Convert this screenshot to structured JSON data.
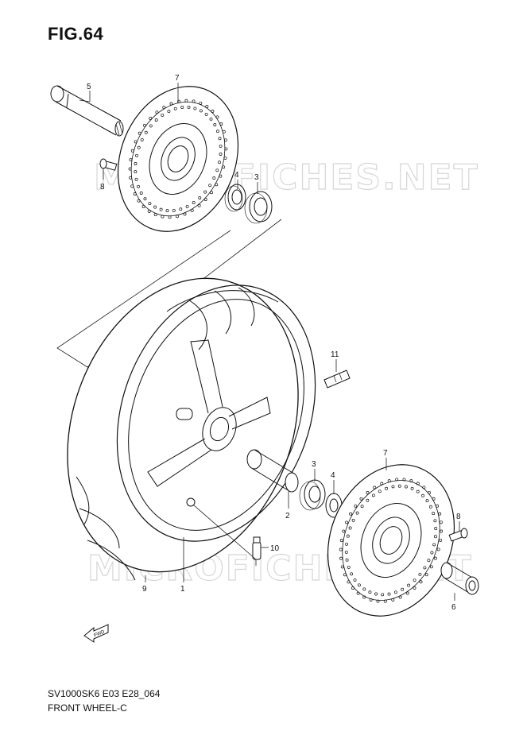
{
  "figure": {
    "title": "FIG.64",
    "model_code": "SV1000SK6 E03 E28_064",
    "section_name": "FRONT WHEEL-C",
    "watermark": "MICROFICHES.NET",
    "fwd_symbol": "FWD"
  },
  "callouts": [
    {
      "id": "5",
      "part": "front axle"
    },
    {
      "id": "7",
      "part": "brake disc (left)"
    },
    {
      "id": "8",
      "part": "disc bolt (left)"
    },
    {
      "id": "4",
      "part": "oil seal (left)"
    },
    {
      "id": "3",
      "part": "bearing (left)"
    },
    {
      "id": "11",
      "part": "balancer weight"
    },
    {
      "id": "3",
      "part": "bearing (right)"
    },
    {
      "id": "4",
      "part": "oil seal (right)"
    },
    {
      "id": "7",
      "part": "brake disc (right)"
    },
    {
      "id": "2",
      "part": "spacer"
    },
    {
      "id": "8",
      "part": "disc bolt (right)"
    },
    {
      "id": "10",
      "part": "valve"
    },
    {
      "id": "9",
      "part": "tire"
    },
    {
      "id": "1",
      "part": "wheel"
    },
    {
      "id": "6",
      "part": "collar"
    }
  ]
}
